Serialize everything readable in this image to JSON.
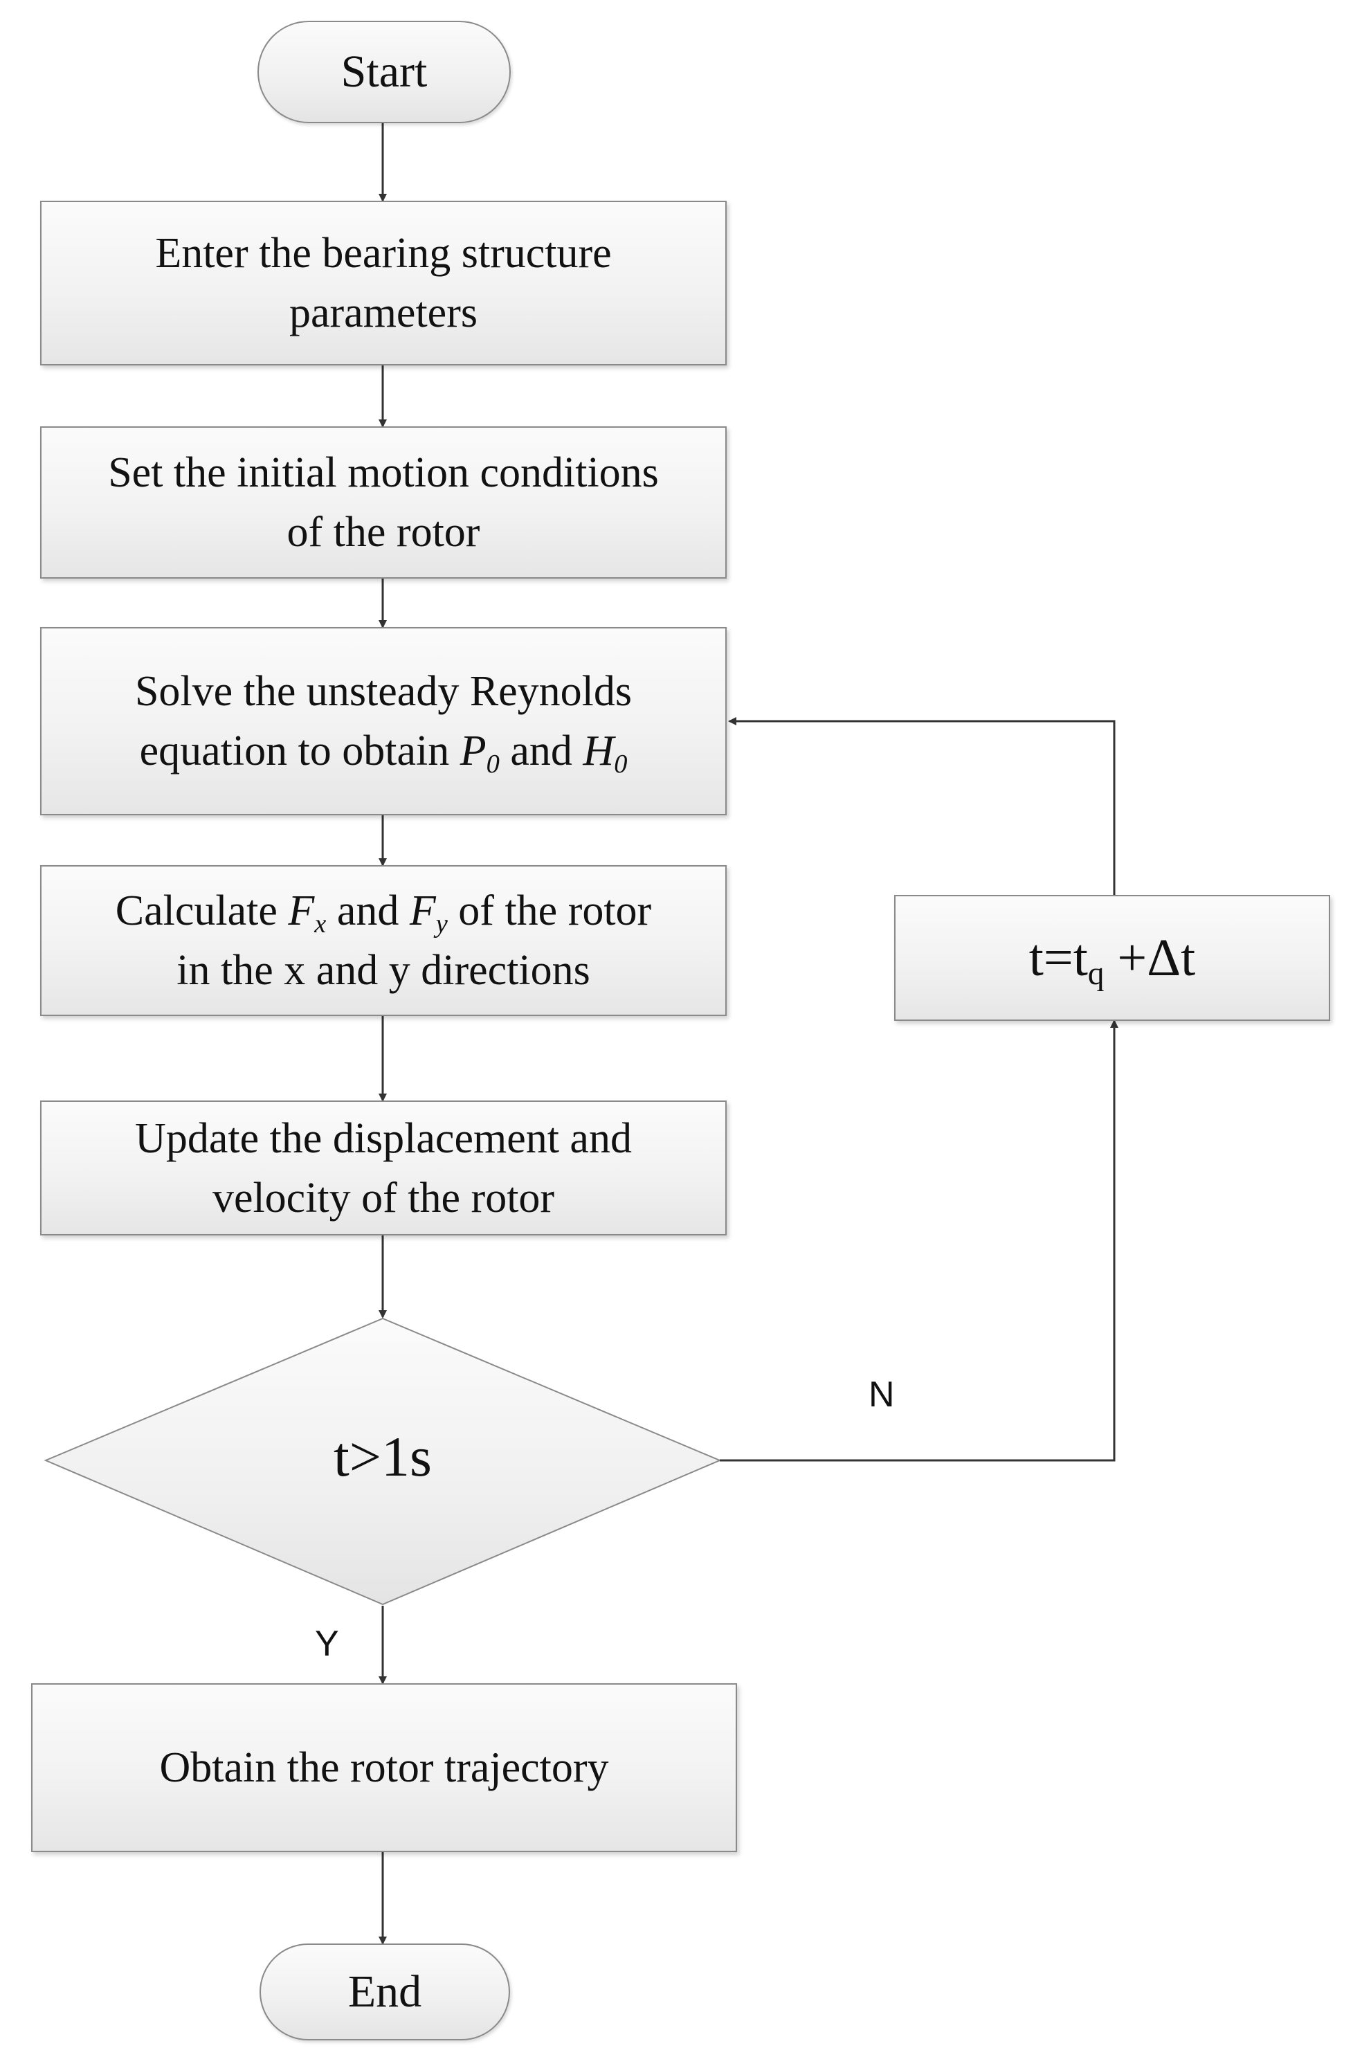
{
  "colors": {
    "stroke": "#333333",
    "box_border": "#8a8a8a",
    "text": "#111111"
  },
  "nodes": {
    "start": "Start",
    "enter": [
      "Enter the bearing structure",
      "parameters"
    ],
    "init": [
      "Set the initial motion conditions",
      "of the rotor"
    ],
    "solve": {
      "line1": "Solve the unsteady Reynolds",
      "line2_prefix": "equation to obtain ",
      "p_symbol": "P",
      "p_sub": "0",
      "mid": " and ",
      "h_symbol": "H",
      "h_sub": "0"
    },
    "calc": {
      "prefix": "Calculate ",
      "fx_symbol": "F",
      "fx_sub": "x",
      "mid": " and ",
      "fy_symbol": "F",
      "fy_sub": "y",
      "suffix": " of the rotor",
      "line2": "in the x and y directions"
    },
    "update": [
      "Update the displacement and",
      "velocity of the rotor"
    ],
    "decision": "t>1s",
    "step": {
      "prefix": "t=t",
      "sub": "q",
      "suffix": " +Δt"
    },
    "obtain": "Obtain the rotor trajectory",
    "end": "End"
  },
  "edge_labels": {
    "no": "N",
    "yes": "Y"
  }
}
